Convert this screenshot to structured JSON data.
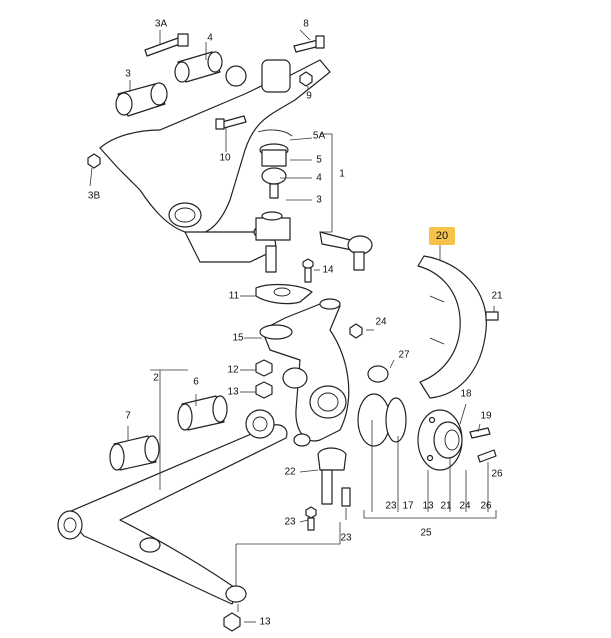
{
  "highlight": {
    "label": "20",
    "color": "#f6c24b"
  },
  "labels": {
    "l3A": "3A",
    "l4": "4",
    "l3top": "3",
    "l3B": "3B",
    "l8": "8",
    "l9": "9",
    "l10": "10",
    "l5A": "5A",
    "l5": "5",
    "l4r": "4",
    "l3r": "3",
    "l1": "1",
    "l14": "14",
    "l11": "11",
    "l15": "15",
    "l24": "24",
    "l27": "27",
    "l21": "21",
    "l12": "12",
    "l13a": "13",
    "l2": "2",
    "l6": "6",
    "l7": "7",
    "l18": "18",
    "l19": "19",
    "l22": "22",
    "l23a": "23",
    "l23b": "23",
    "l26": "26",
    "b23": "23",
    "b17": "17",
    "b13": "13",
    "b21": "21",
    "b24": "24",
    "b26": "26",
    "l25": "25",
    "l13b": "13"
  }
}
